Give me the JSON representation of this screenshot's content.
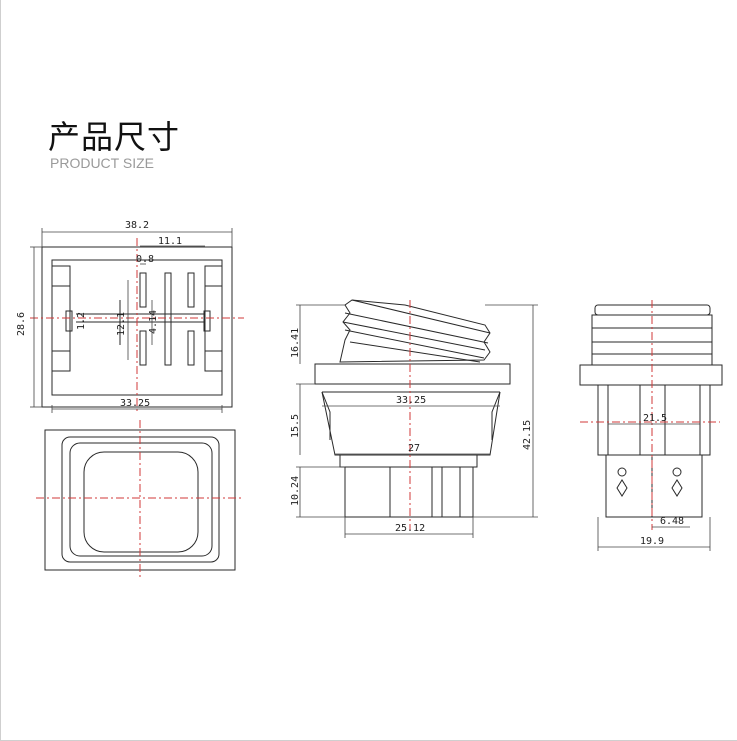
{
  "heading": {
    "cn": "产品尺寸",
    "en": "PRODUCT SIZE"
  },
  "top_view": {
    "width": "38.2",
    "inner_top": "11.1",
    "pin": "0.8",
    "height": "28.6",
    "inner_h": "12.1",
    "pin_w": "1.2",
    "pin_gap": "4.14",
    "base_w": "33.25"
  },
  "side_view": {
    "h1": "16.41",
    "h2": "15.5",
    "h3": "10.24",
    "total_h": "42.15",
    "flange_w": "33.25",
    "body_w": "27",
    "base_w": "25.12"
  },
  "end_view": {
    "inner_w": "21.5",
    "term": "6.48",
    "base_w": "19.9"
  },
  "colors": {
    "line": "#2a2a2a",
    "center": "#d23a3a"
  }
}
